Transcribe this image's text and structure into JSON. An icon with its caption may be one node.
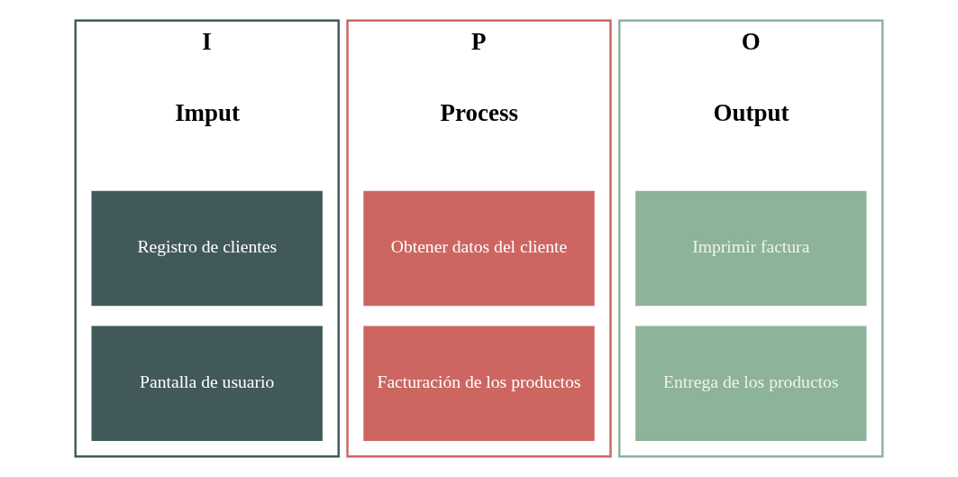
{
  "diagram": {
    "nodes": [
      {
        "text": [
          "I",
          "Imput"
        ]
      },
      {
        "text": [
          "Registro de clientes"
        ],
        "in": 0
      },
      {
        "text": [
          "Pantalla de usuario"
        ],
        "in": 0
      },
      {
        "text": [
          "P",
          "Process"
        ]
      },
      {
        "text": [
          "Obtener datos del cliente"
        ],
        "in": 3
      },
      {
        "text": [
          "Facturación de los productos"
        ],
        "in": 3
      },
      {
        "text": [
          "O",
          "Output"
        ]
      },
      {
        "text": [
          "Imprimir factura"
        ],
        "in": 6
      },
      {
        "text": [
          "Entrega de los productos"
        ],
        "in": 6
      }
    ]
  }
}
